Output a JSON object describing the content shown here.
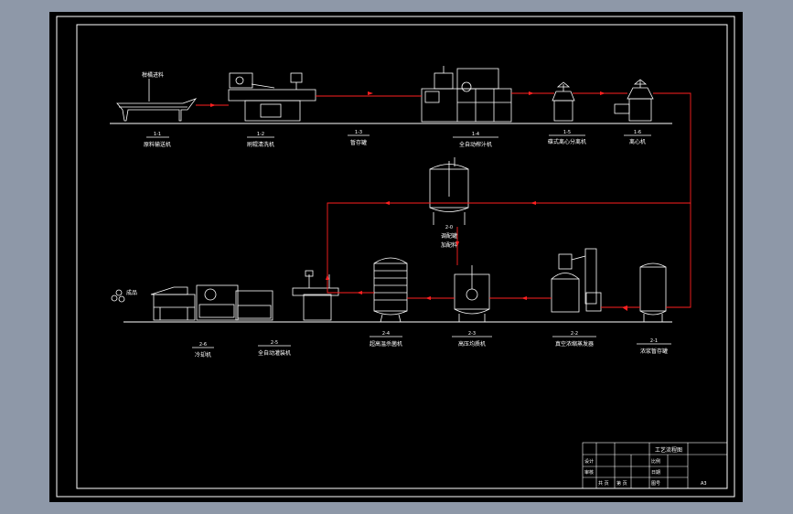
{
  "drawing": {
    "colors": {
      "paper": "#000000",
      "outer": "#8e98a8",
      "lines": "#ffffff",
      "flow": "#ff2020"
    },
    "top_row": [
      {
        "id": "feed",
        "tag": "1-1",
        "label": "原料输送机",
        "extra": "柑橘进料"
      },
      {
        "id": "wash",
        "tag": "1-2",
        "label": "刷辊清洗机"
      },
      {
        "id": "tank",
        "tag": "1-3",
        "label": "暂存罐"
      },
      {
        "id": "juicer",
        "tag": "1-4",
        "label": "全自动榨汁机"
      },
      {
        "id": "sep1",
        "tag": "1-5",
        "label": "碟式离心分离机"
      },
      {
        "id": "sep2",
        "tag": "1-6",
        "label": "离心机"
      }
    ],
    "mid_row": [
      {
        "id": "mix",
        "tag": "2-0",
        "label": "调配罐",
        "extra": "加配料"
      }
    ],
    "bottom_row": [
      {
        "id": "store",
        "tag": "2-1",
        "label": "浓浆暂存罐"
      },
      {
        "id": "evap",
        "tag": "2-2",
        "label": "真空浓缩蒸发器"
      },
      {
        "id": "homog",
        "tag": "2-3",
        "label": "高压均质机"
      },
      {
        "id": "steril",
        "tag": "2-4",
        "label": "超高温杀菌机"
      },
      {
        "id": "filler",
        "tag": "2-5",
        "label": "全自动灌装机"
      },
      {
        "id": "cooler",
        "tag": "2-6",
        "label": "冷却机"
      },
      {
        "id": "output",
        "tag": "",
        "label": "",
        "extra": "成品"
      }
    ],
    "title_block": {
      "title": "工艺流程图",
      "cells": [
        "设计",
        "审核",
        "比例",
        "日期",
        "图号",
        "共 页",
        "第 页",
        "A3"
      ]
    }
  }
}
